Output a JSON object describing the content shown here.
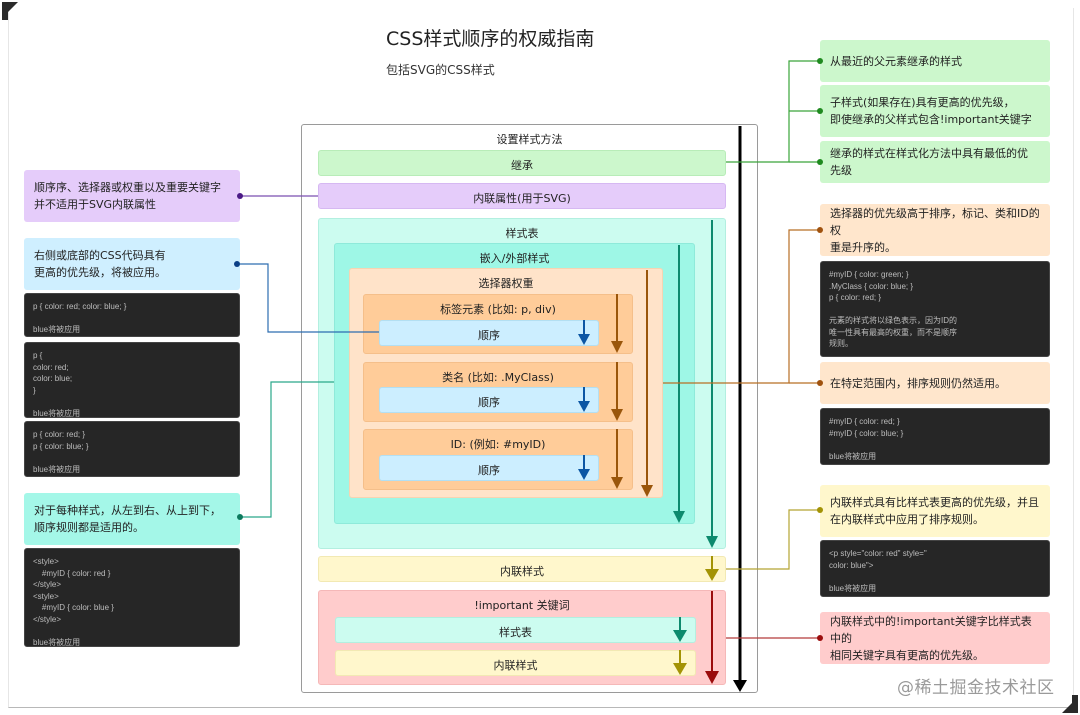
{
  "title": "CSS样式顺序的权威指南",
  "subtitle": "包括SVG的CSS样式",
  "diagram": {
    "container_label": "设置样式方法",
    "inheritance": "继承",
    "svg_inline_attr": "内联属性(用于SVG)",
    "stylesheet": "样式表",
    "embedded_external": "嵌入/外部样式",
    "selector_weight": "选择器权重",
    "tag_element": "标签元素 (比如: p, div)",
    "class_name": "类名 (比如: .MyClass)",
    "id_selector": "ID: (例如: #myID)",
    "order": "顺序",
    "inline_style": "内联样式",
    "important": "!important 关键词",
    "important_stylesheet": "样式表",
    "important_inline": "内联样式"
  },
  "left_notes": [
    {
      "text": "顺序序、选择器或权重以及重要关键字\n并不适用于SVG内联属性",
      "color": "#e5ccfa"
    },
    {
      "text": "右侧或底部的CSS代码具有\n更高的优先级，将被应用。",
      "color": "#cfefff"
    },
    {
      "text": "对于每种样式，从左到右、从上到下，\n顺序规则都是适用的。",
      "color": "#a4f7e8"
    }
  ],
  "left_code": [
    "p { color: red; color: blue; }\n\nblue将被应用",
    "p {\ncolor: red;\ncolor: blue;\n}\n\nblue将被应用",
    "p { color: red; }\np { color: blue; }\n\nblue将被应用",
    "<style>\n    #myID { color: red }\n</style>\n<style>\n    #myID { color: blue }\n</style>\n\nblue将被应用"
  ],
  "right_notes": [
    {
      "text": "从最近的父元素继承的样式",
      "color": "#ccf7cc"
    },
    {
      "text": "子样式(如果存在)具有更高的优先级，\n即使继承的父样式包含!important关键字",
      "color": "#ccf7cc"
    },
    {
      "text": "继承的样式在样式化方法中具有最低的优\n先级",
      "color": "#ccf7cc"
    },
    {
      "text": "选择器的优先级高于排序，标记、类和ID的权\n重是升序的。",
      "color": "#ffe6cc"
    },
    {
      "text": "在特定范围内，排序规则仍然适用。",
      "color": "#ffe6cc"
    },
    {
      "text": "内联样式具有比样式表更高的优先级，并且\n在内联样式中应用了排序规则。",
      "color": "#fff7cc"
    },
    {
      "text": "内联样式中的!important关键字比样式表中的\n相同关键字具有更高的优先级。",
      "color": "#ffcccc"
    }
  ],
  "right_code": [
    "#myID { color: green; }\n.MyClass { color: blue; }\np { color: red; }\n\n元素的样式将以绿色表示，因为ID的\n唯一性具有最高的权重，而不是顺序\n规则。",
    "#myID { color: red; }\n#myID { color: blue; }\n\nblue将被应用",
    "<p style=\"color: red\" style=\"\ncolor: blue\">\n\nblue将被应用"
  ],
  "watermark": "@稀土掘金技术社区",
  "colors": {
    "inheritance": "#ccf7cc",
    "svg_attr": "#e5ccfa",
    "stylesheet": "#ccfcf0",
    "embedded": "#9ef7e6",
    "selector": "#ffe3c9",
    "selector_item": "#ffcc99",
    "order": "#cceeff",
    "inline": "#fff7cc",
    "important": "#ffcccc",
    "blue_arrow": "#0b56a4",
    "orange_arrow": "#9a560b",
    "teal_arrow": "#0d8a6e",
    "olive_arrow": "#a39305",
    "red_arrow": "#9b0d0d"
  }
}
